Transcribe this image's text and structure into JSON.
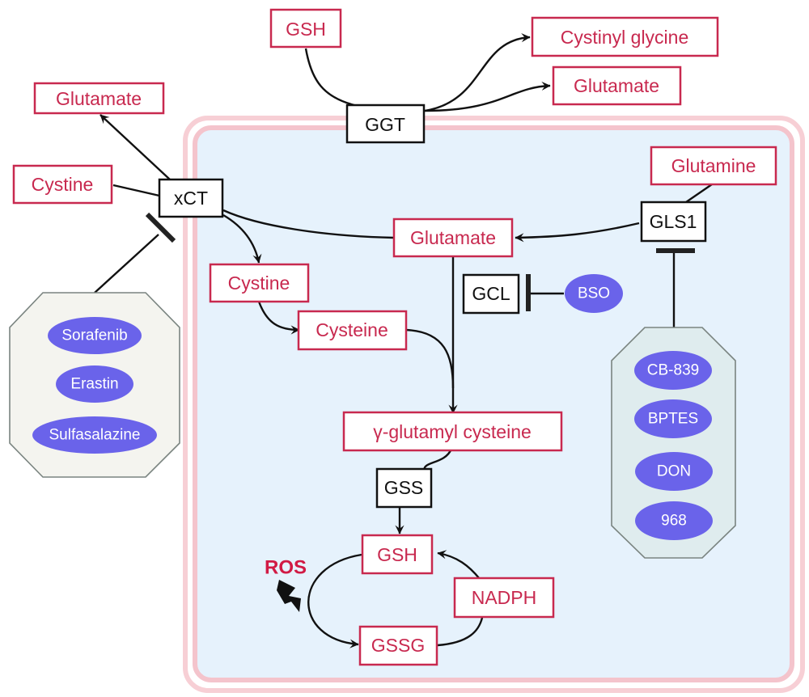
{
  "diagram": {
    "colors": {
      "molecule": "#c8294f",
      "enzyme": "#111111",
      "drug_fill": "#6a63ea",
      "drug_text": "#ffffff",
      "cell_fill": "#e6f2fc",
      "membrane": "#f7cfd5",
      "ros": "#d11a44",
      "inhibitor_group_left": "#f4f4ef",
      "inhibitor_group_right": "#dfecee"
    },
    "extracellular": {
      "gsh": "GSH",
      "ggt": "GGT",
      "cystinyl_glycine": "Cystinyl glycine",
      "glutamate_top": "Glutamate",
      "glutamate_left": "Glutamate",
      "cystine_left": "Cystine",
      "xct": "xCT"
    },
    "xct_inhibitors": [
      "Sorafenib",
      "Erastin",
      "Sulfasalazine"
    ],
    "intracellular": {
      "glutamine": "Glutamine",
      "gls1": "GLS1",
      "glutamate": "Glutamate",
      "cystine": "Cystine",
      "cysteine": "Cysteine",
      "gcl": "GCL",
      "bso": "BSO",
      "gamma_glutamyl_cysteine": "γ-glutamyl cysteine",
      "gss": "GSS",
      "gsh": "GSH",
      "gssg": "GSSG",
      "nadph": "NADPH",
      "ros": "ROS"
    },
    "gls1_inhibitors": [
      "CB-839",
      "BPTES",
      "DON",
      "968"
    ]
  }
}
